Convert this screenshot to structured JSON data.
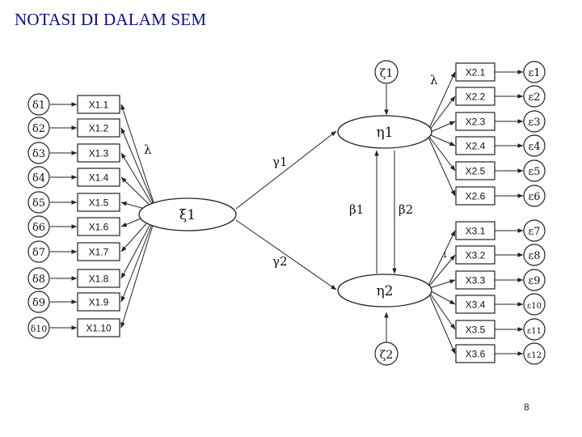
{
  "title": "NOTASI DI DALAM SEM",
  "page_number": "8",
  "diagram": {
    "exogenous": {
      "id": "xi1",
      "label": "ξ1"
    },
    "endogenous": [
      {
        "id": "eta1",
        "label": "η1"
      },
      {
        "id": "eta2",
        "label": "η2"
      }
    ],
    "disturbances": [
      {
        "id": "zeta1",
        "label": "ζ1",
        "target": "eta1"
      },
      {
        "id": "zeta2",
        "label": "ζ2",
        "target": "eta2"
      }
    ],
    "x_indicators": [
      "X1.1",
      "X1.2",
      "X1.3",
      "X1.4",
      "X1.5",
      "X1.6",
      "X1.7",
      "X1.8",
      "X1.9",
      "X1.10"
    ],
    "x_errors": [
      "δ1",
      "δ2",
      "δ3",
      "δ4",
      "δ5",
      "δ6",
      "δ7",
      "δ8",
      "δ9",
      "δ10"
    ],
    "y_indicators_eta1": [
      "X2.1",
      "X2.2",
      "X2.3",
      "X2.4",
      "X2.5",
      "X2.6"
    ],
    "y_indicators_eta2": [
      "X3.1",
      "X3.2",
      "X3.3",
      "X3.4",
      "X3.5",
      "X3.6"
    ],
    "y_errors": [
      "ε1",
      "ε2",
      "ε3",
      "ε4",
      "ε5",
      "ε6",
      "ε7",
      "ε8",
      "ε9",
      "ε10",
      "ε11",
      "ε12"
    ],
    "path_labels": {
      "lambda_x": "λ",
      "lambda_y": "λ",
      "gamma1": "γ1",
      "gamma2": "γ2",
      "beta1": "β1",
      "beta2": "β2",
      "stray_mark": "1"
    }
  }
}
